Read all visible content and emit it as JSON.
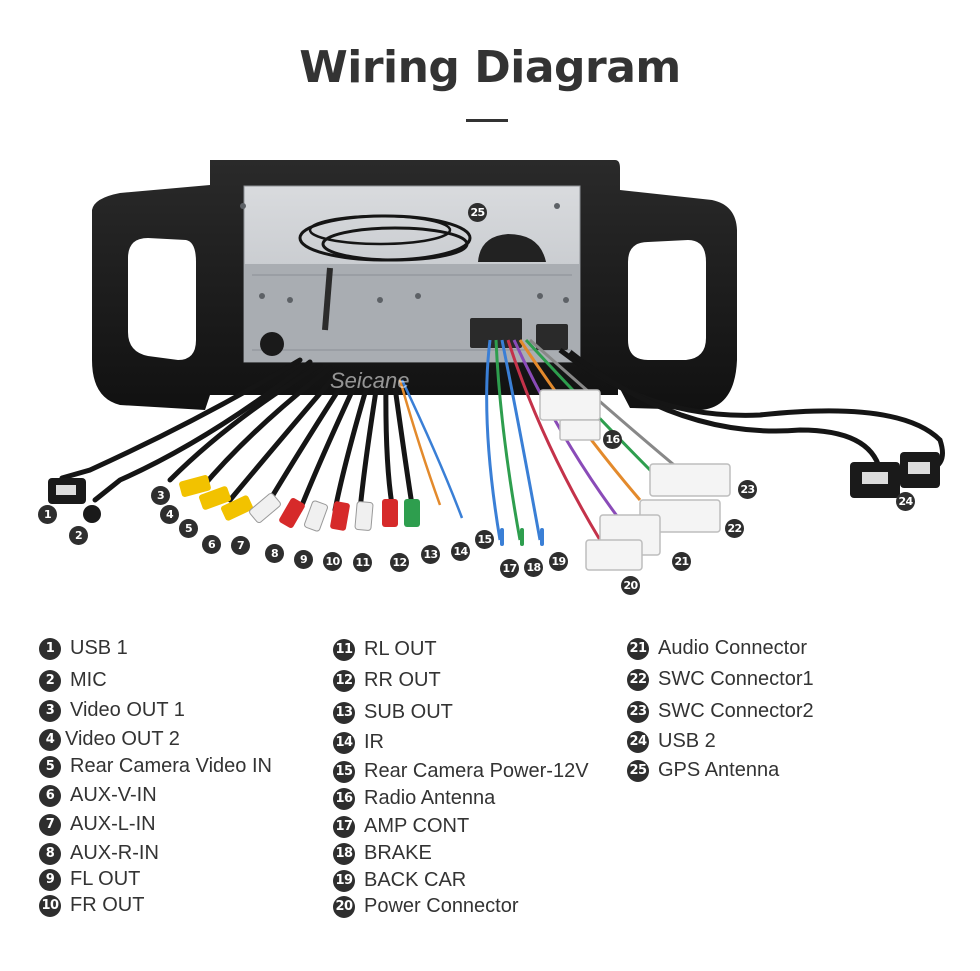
{
  "title": "Wiring Diagram",
  "watermark": "Seicane",
  "legend": {
    "columns": [
      [
        {
          "num": "1",
          "label": "USB 1"
        },
        {
          "num": "2",
          "label": "MIC"
        },
        {
          "num": "3",
          "label": "Video OUT 1"
        },
        {
          "num": "4",
          "label": "Video OUT 2"
        },
        {
          "num": "5",
          "label": "Rear Camera Video IN"
        },
        {
          "num": "6",
          "label": "AUX-V-IN"
        },
        {
          "num": "7",
          "label": "AUX-L-IN"
        },
        {
          "num": "8",
          "label": "AUX-R-IN"
        },
        {
          "num": "9",
          "label": "FL OUT"
        },
        {
          "num": "10",
          "label": "FR OUT"
        }
      ],
      [
        {
          "num": "11",
          "label": "RL OUT"
        },
        {
          "num": "12",
          "label": "RR OUT"
        },
        {
          "num": "13",
          "label": "SUB OUT"
        },
        {
          "num": "14",
          "label": "IR"
        },
        {
          "num": "15",
          "label": "Rear Camera Power-12V"
        },
        {
          "num": "16",
          "label": "Radio Antenna"
        },
        {
          "num": "17",
          "label": "AMP CONT"
        },
        {
          "num": "18",
          "label": "BRAKE"
        },
        {
          "num": "19",
          "label": "BACK CAR"
        },
        {
          "num": "20",
          "label": "Power Connector"
        }
      ],
      [
        {
          "num": "21",
          "label": "Audio Connector"
        },
        {
          "num": "22",
          "label": "SWC Connector1"
        },
        {
          "num": "23",
          "label": "SWC Connector2"
        },
        {
          "num": "24",
          "label": "USB 2"
        },
        {
          "num": "25",
          "label": "GPS Antenna"
        }
      ]
    ]
  },
  "markers": [
    "1",
    "2",
    "3",
    "4",
    "5",
    "6",
    "7",
    "8",
    "9",
    "10",
    "11",
    "12",
    "13",
    "14",
    "15",
    "16",
    "17",
    "18",
    "19",
    "20",
    "21",
    "22",
    "23",
    "24",
    "25"
  ],
  "colors": {
    "bezel": "#1c1c1c",
    "chassis": "#c9ccd0",
    "cable": "#151515",
    "rca_yellow": "#f2c200",
    "rca_white": "#f2f2f2",
    "rca_red": "#d62a2a",
    "rca_green": "#2e9e4e",
    "connector": "#f4f4f4"
  }
}
